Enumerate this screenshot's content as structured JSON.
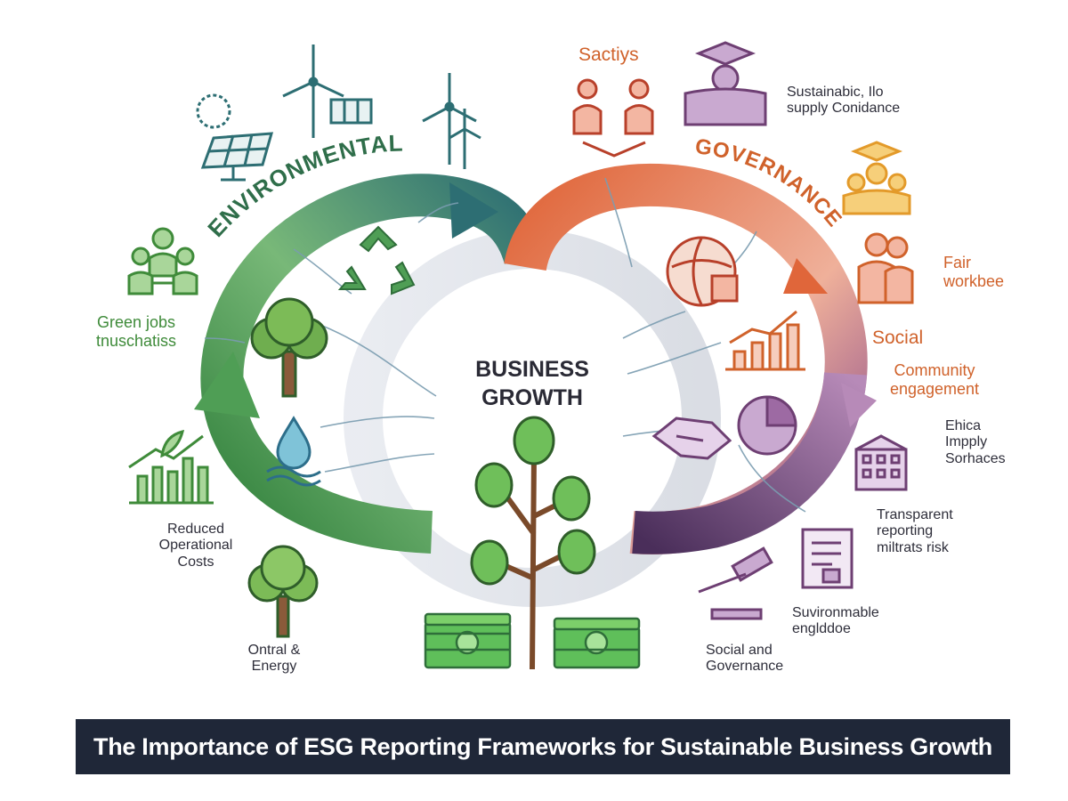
{
  "colors": {
    "environmental": "#3f8b3a",
    "environmental_teal": "#2d6e73",
    "governance": "#e0663a",
    "social": "#6e3f73",
    "title_bar": "#1f2738"
  },
  "center": {
    "line1": "BUSINESS",
    "line2": "GROWTH"
  },
  "arcs": {
    "environmental": "ENVIRONMENTAL",
    "governance": "GOVERNANCE"
  },
  "labels": {
    "green_jobs": "Green jobs\ntnuschatiss",
    "reduced_costs": "Reduced\nOperational\nCosts",
    "natural_energy": "Ontral  &\nEnergy",
    "sactiys": "Sactiys",
    "sustainable_supply": "Sustainabic, Ilo\nsupply Conidance",
    "fair_workplace": "Fair\nworkbee",
    "social": "Social",
    "community": "Community\nengagement",
    "ethical_supply": "Ehica\nImpply\nSorhaces",
    "transparent": "Transparent\nreporting\nmiltrats risk",
    "environmental_guidance": "Suvironmable\nenglddoe",
    "social_governance": "Social and\nGovernance"
  },
  "icons": [
    "solar-panel-icon",
    "wind-turbine-icon",
    "recycle-icon",
    "tree-icon",
    "water-drop-icon",
    "people-group-icon",
    "growth-chart-icon",
    "handshake-icon",
    "graduation-cap-icon",
    "team-icon",
    "bar-chart-icon",
    "pie-chart-icon",
    "building-icon",
    "document-icon",
    "gavel-icon",
    "money-icon",
    "money-tree-icon"
  ],
  "footer": {
    "title": "The Importance of ESG Reporting Frameworks for Sustainable Business Growth"
  }
}
